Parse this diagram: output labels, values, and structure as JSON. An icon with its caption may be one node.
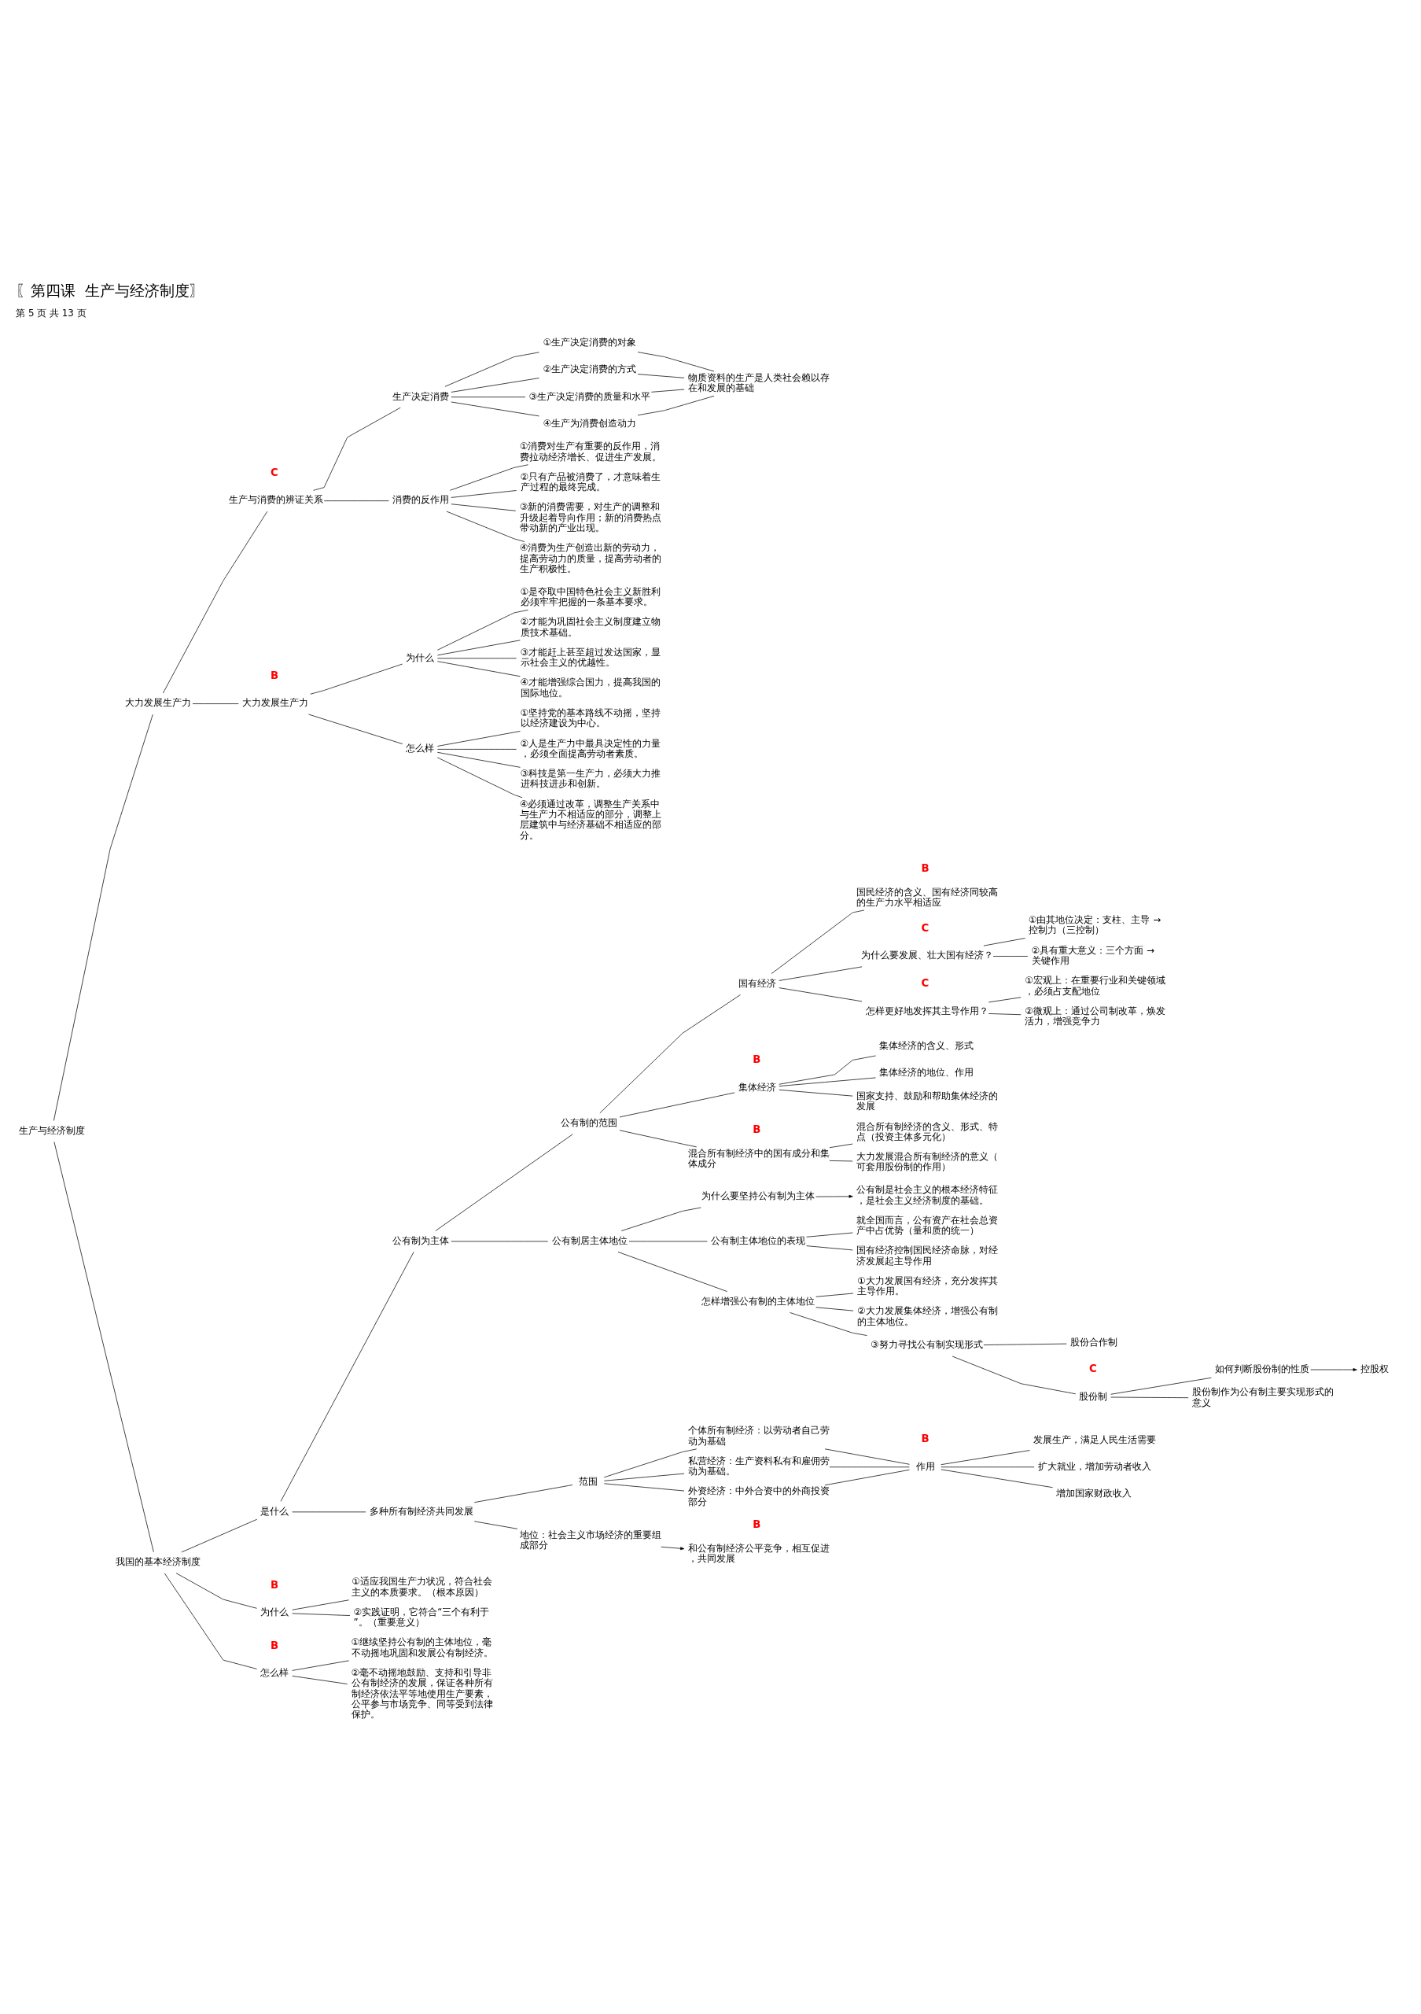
{
  "diagram": {
    "title": "〖第四课  生产与经济制度〗",
    "nodes": [
      {
        "text": [
          "生产与经济制度"
        ]
      },
      {
        "text": [
          "大力发展生产力"
        ]
      },
      {
        "text": [
          "生产与消费的辨证关系"
        ]
      },
      {
        "text": [
          "生产决定消费"
        ]
      },
      {
        "text": [
          "①生产决定消费的对象"
        ]
      },
      {
        "text": [
          "②生产决定消费的方式"
        ]
      },
      {
        "text": [
          "③生产决定消费的质量和水平"
        ]
      },
      {
        "text": [
          "④生产为消费创造动力"
        ]
      },
      {
        "text": [
          "物质资料的生产是人类社会赖以存在和发展的基础"
        ]
      },
      {
        "text": [
          "消费的反作用"
        ]
      },
      {
        "text": [
          "①消费对生产有重要的反作用，消费拉动经济增长、促进生产发展。"
        ]
      },
      {
        "text": [
          "②只有产品被消费了，才意味着生产过程的最终完成。"
        ]
      },
      {
        "text": [
          "③新的消费需要，对生产的调整和升级起着导向作用；新的消费热点带动新的产业出现。"
        ]
      },
      {
        "text": [
          "④消费为生产创造出新的劳动力，提高劳动力的质量，提高劳动者的生产积极性。"
        ]
      },
      {
        "text": [
          "大力发展生产力"
        ]
      },
      {
        "text": [
          "为什么"
        ]
      },
      {
        "text": [
          "①是夺取中国特色社会主义新胜利必须牢牢把握的一条基本要求。"
        ]
      },
      {
        "text": [
          "②才能为巩固社会主义制度建立物质技术基础。"
        ]
      },
      {
        "text": [
          "③才能赶上甚至超过发达国家，显示社会主义的优越性。"
        ]
      },
      {
        "text": [
          "④才能增强综合国力，提高我国的国际地位。"
        ]
      },
      {
        "text": [
          "怎么样"
        ]
      },
      {
        "text": [
          "①坚持党的基本路线不动摇，坚持以经济建设为中心。"
        ]
      },
      {
        "text": [
          "②人是生产力中最具决定性的力量，必须全面提高劳动者素质。"
        ]
      },
      {
        "text": [
          "③科技是第一生产力，必须大力推进科技进步和创新。"
        ]
      },
      {
        "text": [
          "④必须通过改革，调整生产关系中与生产力不相适应的部分，调整上层建筑中与经济基础不相适应的部分。"
        ]
      },
      {
        "text": [
          "我国的基本经济制度"
        ]
      },
      {
        "text": [
          "是什么"
        ]
      },
      {
        "text": [
          "公有制为主体"
        ]
      },
      {
        "text": [
          "公有制的范围"
        ]
      },
      {
        "text": [
          "国有经济"
        ]
      },
      {
        "text": [
          "国民经济的含义、国有经济同较高的生产力水平相适应"
        ]
      },
      {
        "text": [
          "为什么要发展、壮大国有经济？"
        ]
      },
      {
        "text": [
          "①由其地位决定：支柱、主导 → 控制力（三控制）"
        ]
      },
      {
        "text": [
          "②具有重大意义：三个方面 → 关键作用"
        ]
      },
      {
        "text": [
          "怎样更好地发挥其主导作用？"
        ]
      },
      {
        "text": [
          "①宏观上：在重要行业和关键领域，必须占支配地位"
        ]
      },
      {
        "text": [
          "②微观上：通过公司制改革，焕发活力，增强竞争力"
        ]
      },
      {
        "text": [
          "集体经济"
        ]
      },
      {
        "text": [
          "集体经济的含义、形式"
        ]
      },
      {
        "text": [
          "集体经济的地位、作用"
        ]
      },
      {
        "text": [
          "国家支持、鼓励和帮助集体经济的发展"
        ]
      },
      {
        "text": [
          "混合所有制经济中的国有成分和集体成分"
        ]
      },
      {
        "text": [
          "混合所有制经济的含义、形式、特点（投资主体多元化）"
        ]
      },
      {
        "text": [
          "大力发展混合所有制经济的意义（可套用股份制的作用）"
        ]
      },
      {
        "text": [
          "公有制居主体地位"
        ]
      },
      {
        "text": [
          "为什么要坚持公有制为主体"
        ]
      },
      {
        "text": [
          "公有制是社会主义的根本经济特征，是社会主义经济制度的基础。"
        ]
      },
      {
        "text": [
          "公有制主体地位的表现"
        ]
      },
      {
        "text": [
          "就全国而言，公有资产在社会总资产中占优势（量和质的统一）"
        ]
      },
      {
        "text": [
          "国有经济控制国民经济命脉，对经济发展起主导作用"
        ]
      },
      {
        "text": [
          "怎样增强公有制的主体地位"
        ]
      },
      {
        "text": [
          "①大力发展国有经济，充分发挥其主导作用。"
        ]
      },
      {
        "text": [
          "②大力发展集体经济，增强公有制的主体地位。"
        ]
      },
      {
        "text": [
          "③努力寻找公有制实现形式"
        ]
      },
      {
        "text": [
          "股份合作制"
        ]
      },
      {
        "text": [
          "股份制"
        ]
      },
      {
        "text": [
          "如何判断股份制的性质"
        ]
      },
      {
        "text": [
          "控股权"
        ]
      },
      {
        "text": [
          "股份制作为公有制主要实现形式的意义"
        ]
      },
      {
        "text": [
          "多种所有制经济共同发展"
        ]
      },
      {
        "text": [
          "范围"
        ]
      },
      {
        "text": [
          "个体所有制经济：以劳动者自己劳动为基础"
        ]
      },
      {
        "text": [
          "私营经济：生产资料私有和雇佣劳动为基础。"
        ]
      },
      {
        "text": [
          "外资经济：中外合资中的外商投资部分"
        ]
      },
      {
        "text": [
          "作用"
        ]
      },
      {
        "text": [
          "发展生产，满足人民生活需要"
        ]
      },
      {
        "text": [
          "扩大就业，增加劳动者收入"
        ]
      },
      {
        "text": [
          "增加国家财政收入"
        ]
      },
      {
        "text": [
          "地位：社会主义市场经济的重要组成部分"
        ]
      },
      {
        "text": [
          "和公有制经济公平竞争，相互促进，共同发展"
        ]
      },
      {
        "text": [
          "为什么"
        ]
      },
      {
        "text": [
          "①适应我国生产力状况，符合社会主义的本质要求。（根本原因）"
        ]
      },
      {
        "text": [
          "②实践证明，它符合“三个有利于”。（重要意义）"
        ]
      },
      {
        "text": [
          "怎么样"
        ]
      },
      {
        "text": [
          "①继续坚持公有制的主体地位，毫不动摇地巩固和发展公有制经济。"
        ]
      },
      {
        "text": [
          "②毫不动摇地鼓励、支持和引导非公有制经济的发展，保证各种所有制经济依法平等地使用生产要素，公平参与市场竞争、同等受到法律保护。"
        ]
      }
    ],
    "edges": [
      {
        "from": 0,
        "to": 1,
        "arrow": "none"
      },
      {
        "from": 1,
        "to": 2,
        "arrow": "none"
      },
      {
        "from": 2,
        "to": 3,
        "arrow": "none"
      },
      {
        "from": 3,
        "to": 4,
        "arrow": "none"
      },
      {
        "from": 3,
        "to": 5,
        "arrow": "none"
      },
      {
        "from": 3,
        "to": 6,
        "arrow": "none"
      },
      {
        "from": 3,
        "to": 7,
        "arrow": "none"
      },
      {
        "from": 4,
        "to": 8,
        "arrow": "none"
      },
      {
        "from": 5,
        "to": 8,
        "arrow": "none"
      },
      {
        "from": 6,
        "to": 8,
        "arrow": "none"
      },
      {
        "from": 7,
        "to": 8,
        "arrow": "none"
      },
      {
        "from": 2,
        "to": 9,
        "arrow": "none"
      },
      {
        "from": 9,
        "to": 10,
        "arrow": "none"
      },
      {
        "from": 9,
        "to": 11,
        "arrow": "none"
      },
      {
        "from": 9,
        "to": 12,
        "arrow": "none"
      },
      {
        "from": 9,
        "to": 13,
        "arrow": "none"
      },
      {
        "from": 1,
        "to": 14,
        "arrow": "none"
      },
      {
        "from": 14,
        "to": 15,
        "arrow": "none"
      },
      {
        "from": 15,
        "to": 16,
        "arrow": "none"
      },
      {
        "from": 15,
        "to": 17,
        "arrow": "none"
      },
      {
        "from": 15,
        "to": 18,
        "arrow": "none"
      },
      {
        "from": 15,
        "to": 19,
        "arrow": "none"
      },
      {
        "from": 14,
        "to": 20,
        "arrow": "none"
      },
      {
        "from": 20,
        "to": 21,
        "arrow": "none"
      },
      {
        "from": 20,
        "to": 22,
        "arrow": "none"
      },
      {
        "from": 20,
        "to": 23,
        "arrow": "none"
      },
      {
        "from": 20,
        "to": 24,
        "arrow": "none"
      },
      {
        "from": 0,
        "to": 25,
        "arrow": "none"
      },
      {
        "from": 25,
        "to": 26,
        "arrow": "none"
      },
      {
        "from": 26,
        "to": 27,
        "arrow": "none"
      },
      {
        "from": 27,
        "to": 28,
        "arrow": "none"
      },
      {
        "from": 28,
        "to": 29,
        "arrow": "none"
      },
      {
        "from": 29,
        "to": 30,
        "arrow": "none"
      },
      {
        "from": 29,
        "to": 31,
        "arrow": "none"
      },
      {
        "from": 31,
        "to": 32,
        "arrow": "none"
      },
      {
        "from": 31,
        "to": 33,
        "arrow": "none"
      },
      {
        "from": 29,
        "to": 34,
        "arrow": "none"
      },
      {
        "from": 34,
        "to": 35,
        "arrow": "none"
      },
      {
        "from": 34,
        "to": 36,
        "arrow": "none"
      },
      {
        "from": 28,
        "to": 37,
        "arrow": "none"
      },
      {
        "from": 37,
        "to": 38,
        "arrow": "none"
      },
      {
        "from": 37,
        "to": 39,
        "arrow": "none"
      },
      {
        "from": 37,
        "to": 40,
        "arrow": "none"
      },
      {
        "from": 28,
        "to": 41,
        "arrow": "none"
      },
      {
        "from": 41,
        "to": 42,
        "arrow": "none"
      },
      {
        "from": 41,
        "to": 43,
        "arrow": "none"
      },
      {
        "from": 27,
        "to": 44,
        "arrow": "none"
      },
      {
        "from": 44,
        "to": 45,
        "arrow": "none"
      },
      {
        "from": 45,
        "to": 46,
        "arrow": "to"
      },
      {
        "from": 44,
        "to": 47,
        "arrow": "none"
      },
      {
        "from": 47,
        "to": 48,
        "arrow": "none"
      },
      {
        "from": 47,
        "to": 49,
        "arrow": "none"
      },
      {
        "from": 44,
        "to": 50,
        "arrow": "none"
      },
      {
        "from": 50,
        "to": 51,
        "arrow": "none"
      },
      {
        "from": 50,
        "to": 52,
        "arrow": "none"
      },
      {
        "from": 50,
        "to": 53,
        "arrow": "none"
      },
      {
        "from": 53,
        "to": 54,
        "arrow": "none"
      },
      {
        "from": 53,
        "to": 55,
        "arrow": "none"
      },
      {
        "from": 55,
        "to": 56,
        "arrow": "none"
      },
      {
        "from": 56,
        "to": 57,
        "arrow": "to"
      },
      {
        "from": 55,
        "to": 58,
        "arrow": "none"
      },
      {
        "from": 26,
        "to": 59,
        "arrow": "none"
      },
      {
        "from": 59,
        "to": 60,
        "arrow": "none"
      },
      {
        "from": 60,
        "to": 61,
        "arrow": "none"
      },
      {
        "from": 60,
        "to": 62,
        "arrow": "none"
      },
      {
        "from": 60,
        "to": 63,
        "arrow": "none"
      },
      {
        "from": 61,
        "to": 64,
        "arrow": "none"
      },
      {
        "from": 62,
        "to": 64,
        "arrow": "none"
      },
      {
        "from": 63,
        "to": 64,
        "arrow": "none"
      },
      {
        "from": 64,
        "to": 65,
        "arrow": "none"
      },
      {
        "from": 64,
        "to": 66,
        "arrow": "none"
      },
      {
        "from": 64,
        "to": 67,
        "arrow": "none"
      },
      {
        "from": 59,
        "to": 68,
        "arrow": "none"
      },
      {
        "from": 68,
        "to": 69,
        "arrow": "to"
      },
      {
        "from": 25,
        "to": 70,
        "arrow": "none"
      },
      {
        "from": 70,
        "to": 71,
        "arrow": "none"
      },
      {
        "from": 70,
        "to": 72,
        "arrow": "none"
      },
      {
        "from": 25,
        "to": 73,
        "arrow": "none"
      },
      {
        "from": 73,
        "to": 74,
        "arrow": "none"
      },
      {
        "from": 73,
        "to": 75,
        "arrow": "none"
      }
    ],
    "labels": [
      "C",
      "B",
      "B",
      "C",
      "C",
      "B",
      "B",
      "C",
      "B",
      "B",
      "B",
      "B",
      "第 5 页 共 13 页"
    ]
  }
}
